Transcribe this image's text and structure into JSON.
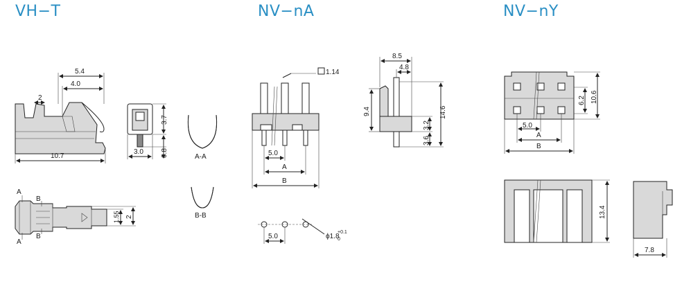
{
  "titles": {
    "vht": "VH−T",
    "nvna": "NV−nA",
    "nvny": "NV−nY"
  },
  "vht": {
    "dim_5_4": "5.4",
    "dim_4_0": "4.0",
    "dim_2": "2",
    "dim_10_7": "10.7",
    "dim_3_7": "3.7",
    "dim_3_0": "3.0",
    "dim_0_8": "0.8",
    "sec_aa": "A-A",
    "sec_bb": "B-B",
    "lbl_a_top": "A",
    "lbl_b_top": "B",
    "lbl_a_bot": "A",
    "lbl_b_bot": "B",
    "dim_1_55": "1.55",
    "dim_2b": "2"
  },
  "nvna": {
    "dim_sq": "1.14",
    "dim_5_0": "5.0",
    "dim_a": "A",
    "dim_b": "B",
    "dim_8_5": "8.5",
    "dim_4_8": "4.8",
    "dim_9_4": "9.4",
    "dim_14_6": "14.6",
    "dim_3_2": "3.2",
    "dim_3_6": "3.6",
    "dim_5_0b": "5.0",
    "hole": "ϕ1.8",
    "tol_up": "+0.1",
    "tol_dn": "0"
  },
  "nvny": {
    "dim_6_2": "6.2",
    "dim_10_6": "10.6",
    "dim_5_0": "5.0",
    "dim_a": "A",
    "dim_b": "B",
    "dim_13_4": "13.4",
    "dim_7_8": "7.8"
  }
}
